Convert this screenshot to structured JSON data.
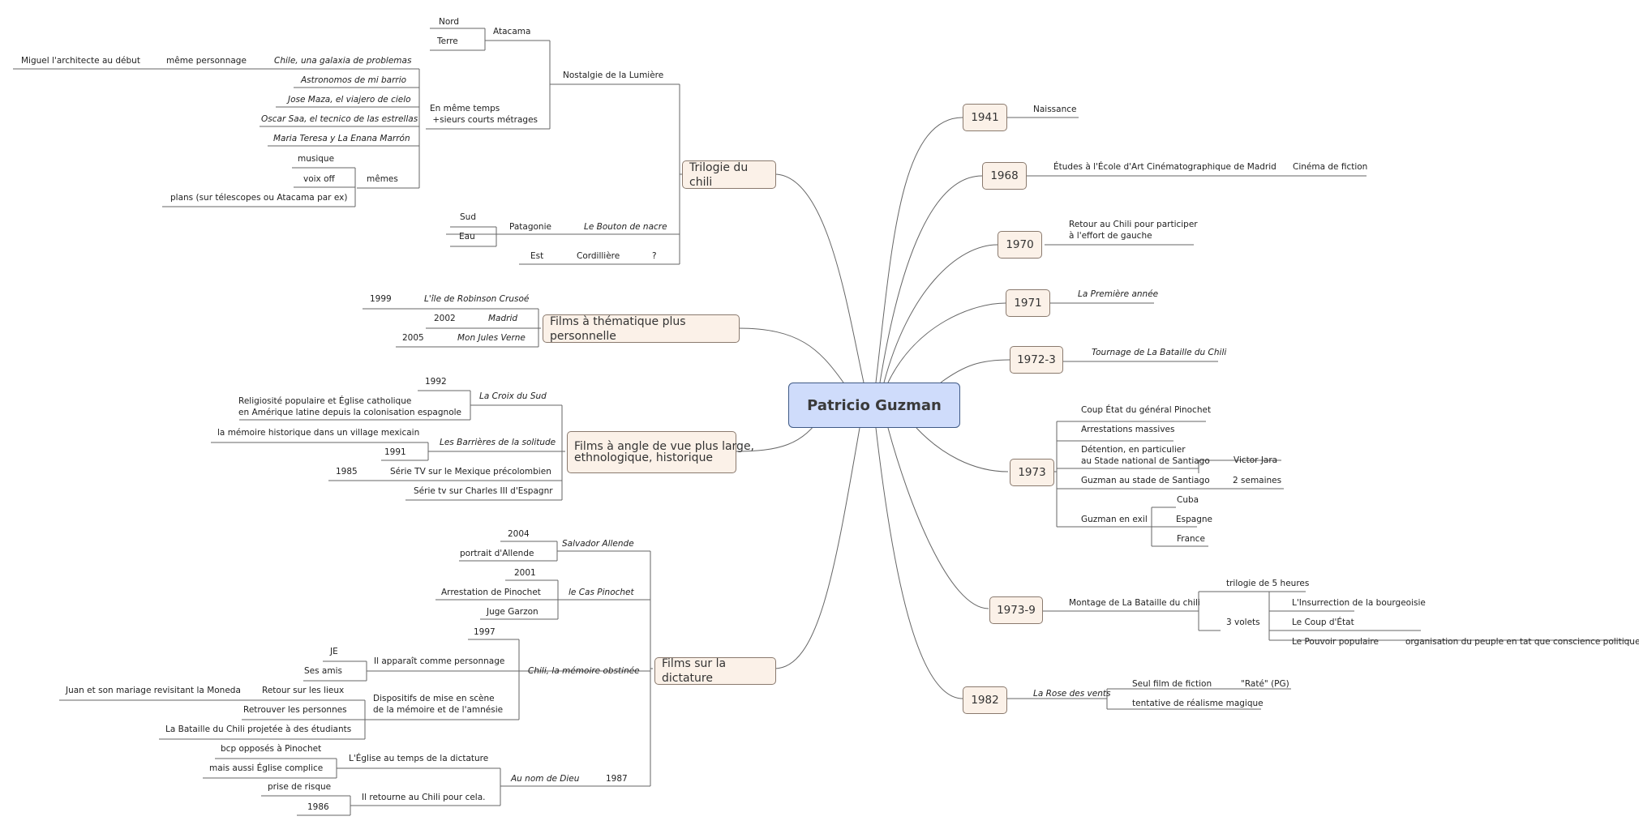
{
  "central": "Patricio Guzman",
  "main_topics": {
    "trilogie": "Trilogie du chili",
    "personnelle": "Films à thématique plus personnelle",
    "angle": "Films à angle de vue plus large,\nethnologique, historique",
    "dictature": "Films sur la dictature"
  },
  "trilogie": {
    "nostalgie": "Nostalgie de la Lumière",
    "atacama": "Atacama",
    "nord": "Nord",
    "terre": "Terre",
    "en_meme_temps": "En même temps\n +sieurs courts métrages",
    "chile_galaxia": "Chile, una galaxia de problemas",
    "meme_personnage": "même personnage",
    "miguel": "Miguel l'architecte au début",
    "astronomos": "Astronomos de mi barrio",
    "jose_maza": "Jose Maza, el viajero de cielo",
    "oscar_saa": "Oscar Saa, el tecnico de las estrellas",
    "maria_teresa": "Maria Teresa y La Enana Marrón",
    "memes": "mêmes",
    "musique": "musique",
    "voix_off": "voix off",
    "plans": "plans (sur télescopes ou Atacama par ex)",
    "bouton_nacre": "Le Bouton de nacre",
    "patagonie": "Patagonie",
    "sud": "Sud",
    "eau": "Eau",
    "cordilliere": "Cordillière",
    "est": "Est",
    "question": "?"
  },
  "personnelle": {
    "ile": "L'île de Robinson Crusoé",
    "y1999": "1999",
    "madrid": "Madrid",
    "y2002": "2002",
    "jules_verne": "Mon Jules Verne",
    "y2005": "2005"
  },
  "angle": {
    "croix_sud": "La Croix du Sud",
    "y1992": "1992",
    "religiosite": "Religiosité populaire et Église catholique\nen Amérique latine depuis la colonisation espagnole",
    "barrieres": "Les Barrières de la solitude",
    "memoire_village": "la mémoire historique dans un village mexicain",
    "y1991": "1991",
    "serie_mexique": "Série TV sur le Mexique précolombien",
    "y1985": "1985",
    "serie_charles": "Série tv sur Charles III d'Espagnr"
  },
  "dictature": {
    "salvador": "Salvador Allende",
    "y2004": "2004",
    "portrait": "portrait d'Allende",
    "cas_pinochet": "le Cas Pinochet",
    "y2001": "2001",
    "arrestation": "Arrestation de Pinochet",
    "juge": "Juge Garzon",
    "chili_memoire": "Chili, la mémoire obstinée",
    "y1997": "1997",
    "apparait": "Il apparaît comme personnage",
    "je": "JE",
    "ses_amis": "Ses amis",
    "dispositifs": "Dispositifs de mise en scène\nde la mémoire et de l'amnésie",
    "retour_lieux": "Retour sur les lieux",
    "juan": "Juan et son mariage revisitant la Moneda",
    "retrouver": "Retrouver les personnes",
    "projetee": "La Bataille du Chili projetée à des étudiants",
    "au_nom": "Au nom de Dieu",
    "y1987": "1987",
    "eglise": "L'Église au temps de la dictature",
    "bcp_opposes": "bcp opposés à Pinochet",
    "eglise_complice": "mais aussi Église complice",
    "retourne": "Il retourne au Chili pour cela.",
    "prise_risque": "prise de risque",
    "y1986": "1986"
  },
  "years": {
    "y1941": "1941",
    "naissance": "Naissance",
    "y1968": "1968",
    "etudes": "Études à l'École d'Art Cinématographique de Madrid",
    "cinema_fiction": "Cinéma de fiction",
    "y1970": "1970",
    "retour_chili": "Retour au Chili pour participer\nà l'effort de gauche",
    "y1971": "1971",
    "premiere_annee": "La Première année",
    "y1972": "1972-3",
    "tournage": "Tournage de La Bataille du Chili",
    "y1973": "1973",
    "coup": "Coup État du général Pinochet",
    "arrestations": "Arrestations massives",
    "detention": "Détention, en particulier\nau Stade national de Santiago",
    "victor_jara": "Victor Jara",
    "guzman_stade": "Guzman au stade de Santiago",
    "deux_semaines": "2 semaines",
    "guzman_exil": "Guzman en exil",
    "cuba": "Cuba",
    "espagne": "Espagne",
    "france": "France",
    "y1973_9": "1973-9",
    "montage": "Montage de La Bataille du chili",
    "trilogie_5h": "trilogie de 5 heures",
    "trois_volets": "3 volets",
    "insurrection": "L'Insurrection de la bourgeoisie",
    "coup_etat": "Le Coup d'État",
    "pouvoir": "Le Pouvoir populaire",
    "organisation": "organisation du peuple en tat que conscience politique",
    "y1982": "1982",
    "rose_vents": "La Rose des vents",
    "seul_film": "Seul film de fiction",
    "rate": "\"Raté\" (PG)",
    "realisme": "tentative de réalisme magique"
  }
}
